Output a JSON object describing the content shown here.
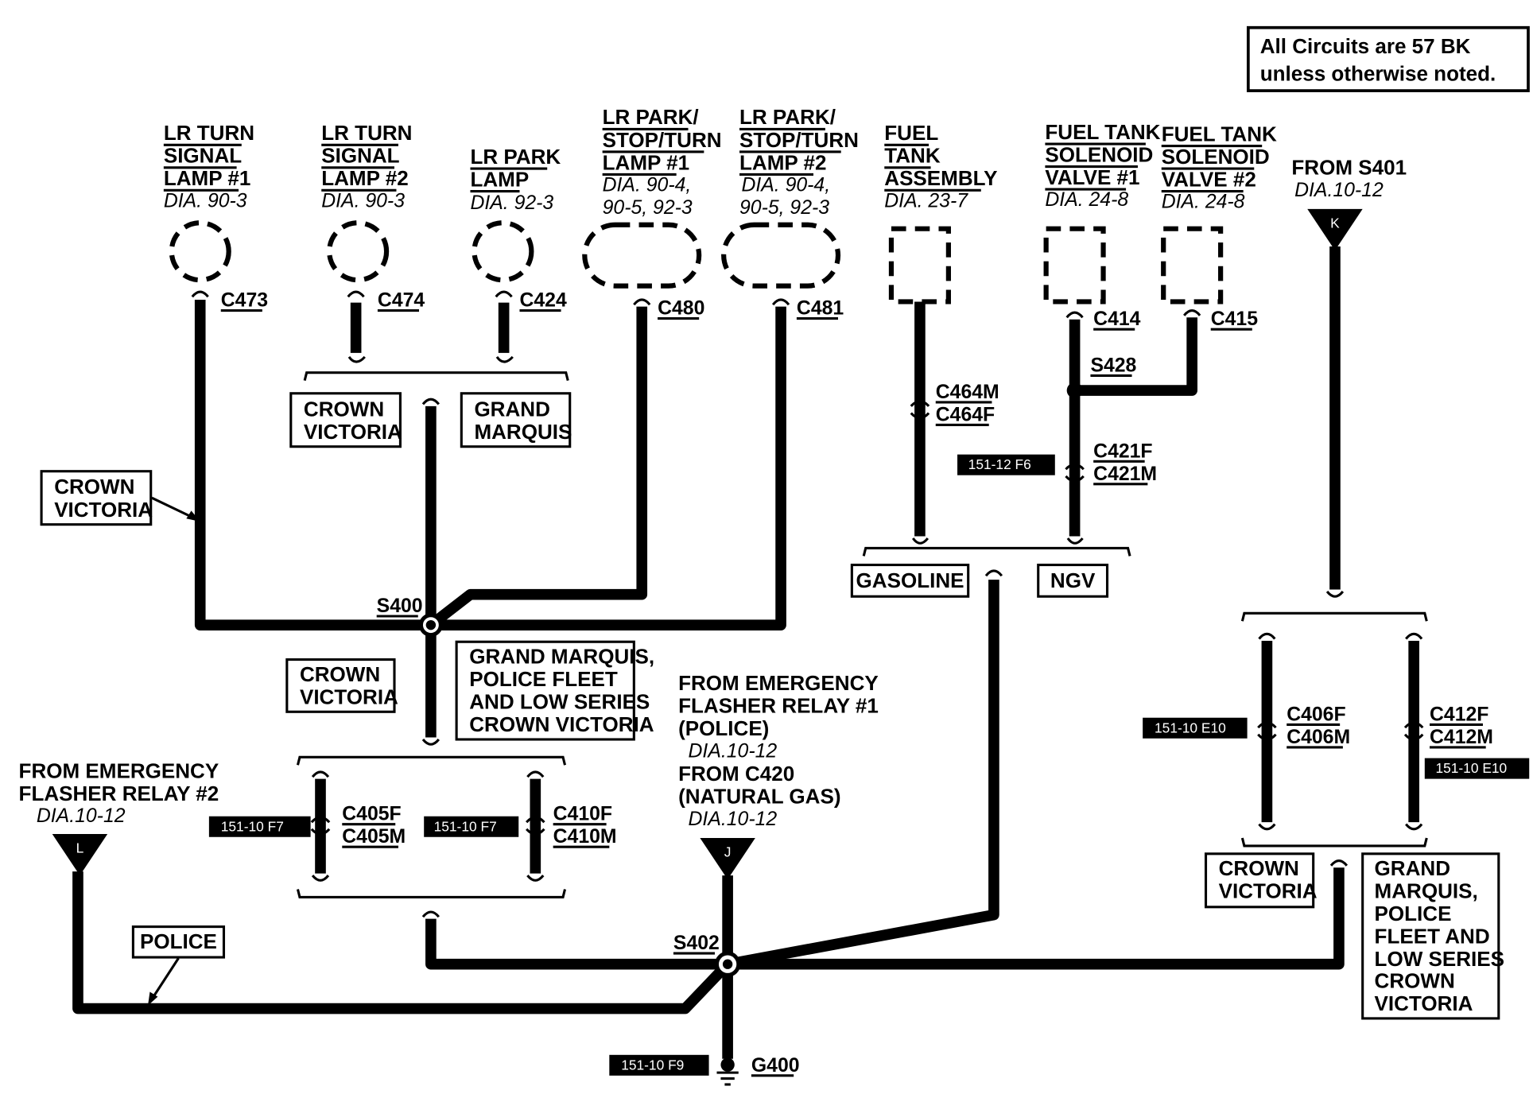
{
  "note": {
    "line1": "All Circuits are 57 BK",
    "line2": "unless otherwise noted."
  },
  "components": {
    "lr_turn_1": {
      "lines": [
        "LR TURN",
        "SIGNAL",
        "LAMP #1"
      ],
      "dia": "DIA. 90-3"
    },
    "lr_turn_2": {
      "lines": [
        "LR TURN",
        "SIGNAL",
        "LAMP #2"
      ],
      "dia": "DIA. 90-3"
    },
    "lr_park": {
      "lines": [
        "LR PARK",
        "LAMP"
      ],
      "dia": "DIA. 92-3"
    },
    "lr_pst_1": {
      "lines": [
        "LR PARK/",
        "STOP/TURN",
        "LAMP #1"
      ],
      "dia1": "DIA. 90-4,",
      "dia2": "90-5, 92-3"
    },
    "lr_pst_2": {
      "lines": [
        "LR PARK/",
        "STOP/TURN",
        "LAMP #2"
      ],
      "dia1": "DIA. 90-4,",
      "dia2": "90-5, 92-3"
    },
    "fuel_tank": {
      "lines": [
        "FUEL",
        "TANK",
        "ASSEMBLY"
      ],
      "dia": "DIA. 23-7"
    },
    "sol_1": {
      "lines": [
        "FUEL TANK",
        "SOLENOID",
        "VALVE #1"
      ],
      "dia": "DIA. 24-8"
    },
    "sol_2": {
      "lines": [
        "FUEL TANK",
        "SOLENOID",
        "VALVE #2"
      ],
      "dia": "DIA. 24-8"
    },
    "from_s401": {
      "title": "FROM S401",
      "dia": "DIA.10-12",
      "letter": "K"
    },
    "relay_2": {
      "line1": "FROM EMERGENCY",
      "line2": "FLASHER RELAY #2",
      "dia": "DIA.10-12",
      "letter": "L"
    },
    "relay_1": {
      "line1": "FROM EMERGENCY",
      "line2": "FLASHER RELAY #1",
      "line3": "(POLICE)",
      "dia1": "DIA.10-12",
      "line4": "FROM C420",
      "line5": "(NATURAL GAS)",
      "dia2": "DIA.10-12",
      "letter": "J"
    }
  },
  "connectors": {
    "c473": "C473",
    "c474": "C474",
    "c424": "C424",
    "c480": "C480",
    "c481": "C481",
    "c414": "C414",
    "c415": "C415",
    "c464m": "C464M",
    "c464f": "C464F",
    "c421f": "C421F",
    "c421m": "C421M",
    "c405f": "C405F",
    "c405m": "C405M",
    "c410f": "C410F",
    "c410m": "C410M",
    "c406f": "C406F",
    "c406m": "C406M",
    "c412f": "C412F",
    "c412m": "C412M"
  },
  "splices": {
    "s400": "S400",
    "s402": "S402",
    "s428": "S428"
  },
  "ground": "G400",
  "boxes": {
    "cv_left": [
      "CROWN",
      "VICTORIA"
    ],
    "cv_top": [
      "CROWN",
      "VICTORIA"
    ],
    "gm_top": [
      "GRAND",
      "MARQUIS"
    ],
    "cv_mid": [
      "CROWN",
      "VICTORIA"
    ],
    "gm_police": [
      "GRAND MARQUIS,",
      "POLICE FLEET",
      "AND LOW SERIES",
      "CROWN VICTORIA"
    ],
    "gasoline": "GASOLINE",
    "ngv": "NGV",
    "police": "POLICE",
    "cv_right": [
      "CROWN",
      "VICTORIA"
    ],
    "gm_right": [
      "GRAND",
      "MARQUIS,",
      "POLICE",
      "FLEET AND",
      "LOW SERIES",
      "CROWN",
      "VICTORIA"
    ]
  },
  "tags": {
    "t_f6": "151-12 F6",
    "t_f7a": "151-10 F7",
    "t_f7b": "151-10 F7",
    "t_e10a": "151-10 E10",
    "t_e10b": "151-10 E10",
    "t_f9": "151-10 F9"
  }
}
